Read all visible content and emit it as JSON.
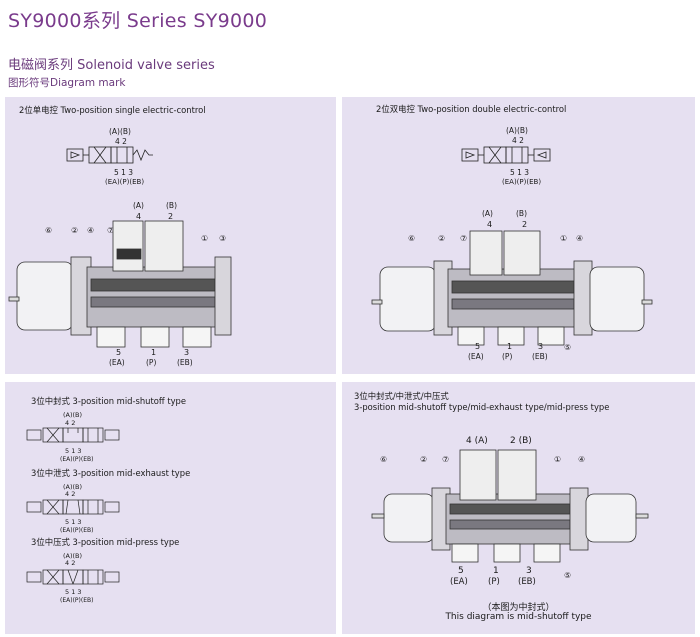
{
  "header": {
    "title": "SY9000系列 Series SY9000",
    "subtitle": "电磁阀系列 Solenoid valve series",
    "diagram_mark": "图形符号Diagram mark"
  },
  "panels": {
    "single": {
      "title": "2位单电控 Two-position single electric-control"
    },
    "double": {
      "title": "2位双电控 Two-position double electric-control"
    },
    "three": {
      "title_shutoff": "3位中封式  3-position mid-shutoff type",
      "title_exhaust": "3位中泄式 3-position mid-exhaust type",
      "title_press": "3位中压式  3-position mid-press type"
    },
    "three_section": {
      "title_cn": "3位中封式/中泄式/中压式",
      "title_en": "3-position mid-shutoff type/mid-exhaust type/mid-press type",
      "note_cn": "（本图为中封式）",
      "note_en": "This diagram is mid-shutoff type"
    }
  },
  "symbol_labels": {
    "ports_top": "(A)(B)",
    "ports_top_num": "4 2",
    "ports_bottom_num": "5 1 3",
    "ports_bottom": "(EA)(P)(EB)"
  },
  "section_labels": {
    "a": "(A)",
    "b": "(B)",
    "four": "4",
    "two": "2",
    "four_a": "4 (A)",
    "two_b": "2 (B)",
    "five": "5",
    "one": "1",
    "three": "3",
    "ea": "(EA)",
    "p": "(P)",
    "eb": "(EB)",
    "c1": "①",
    "c2": "②",
    "c3": "③",
    "c4": "④",
    "c5": "⑤",
    "c6": "⑥",
    "c7": "⑦"
  },
  "colors": {
    "accent": "#7a3b8c",
    "panel": "#e6e0f1"
  }
}
